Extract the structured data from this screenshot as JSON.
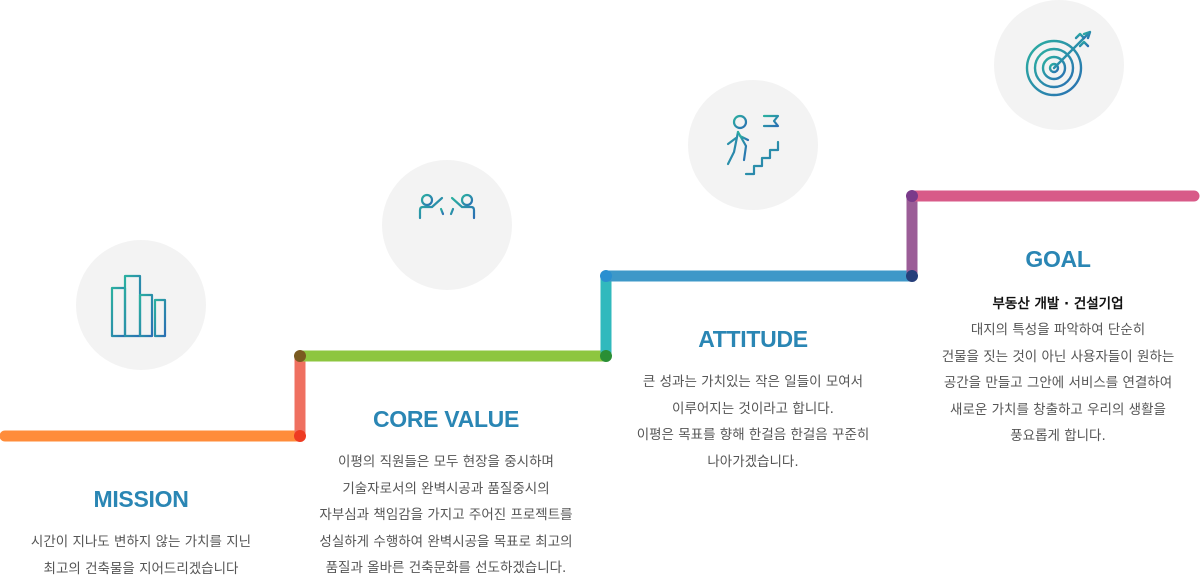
{
  "colors": {
    "mission_line": "#ff8c3a",
    "riser_1": "#ef7060",
    "core_line": "#8dc63f",
    "riser_2": "#31b9bd",
    "attitude_line": "#3e98c8",
    "riser_3": "#9b5d97",
    "goal_line": "#d85a88",
    "title": "#2a86b4",
    "icon_gradient": [
      "#2bb0a0",
      "#2a6fb3"
    ]
  },
  "steps": [
    {
      "id": "mission",
      "icon": "buildings-icon",
      "title": "MISSION",
      "subtitle": "",
      "lines": [
        "시간이 지나도 변하지 않는 가치를 지닌",
        "최고의 건축물을 지어드리겠습니다"
      ]
    },
    {
      "id": "core",
      "icon": "high-five-people-icon",
      "title": "CORE VALUE",
      "subtitle": "",
      "lines": [
        "이평의 직원들은 모두 현장을 중시하며",
        "기술자로서의 완벽시공과 품질중시의",
        "자부심과 책임감을 가지고 주어진 프로젝트를",
        "성실하게 수행하여 완벽시공을 목표로 최고의",
        "품질과 올바른 건축문화를 선도하겠습니다."
      ]
    },
    {
      "id": "attitude",
      "icon": "climbing-stairs-flag-icon",
      "title": "ATTITUDE",
      "subtitle": "",
      "lines": [
        "큰 성과는 가치있는 작은 일들이 모여서",
        "이루어지는 것이라고 합니다.",
        "이평은 목표를 향해 한걸음 한걸음 꾸준히",
        "나아가겠습니다."
      ]
    },
    {
      "id": "goal",
      "icon": "target-arrow-icon",
      "title": "GOAL",
      "subtitle": "부동산 개발 · 건설기업",
      "lines": [
        "대지의 특성을 파악하여 단순히",
        "건물을 짓는 것이 아닌 사용자들이 원하는",
        "공간을 만들고 그안에 서비스를 연결하여",
        "새로운 가치를 창출하고 우리의 생활을",
        "풍요롭게 합니다."
      ]
    }
  ]
}
